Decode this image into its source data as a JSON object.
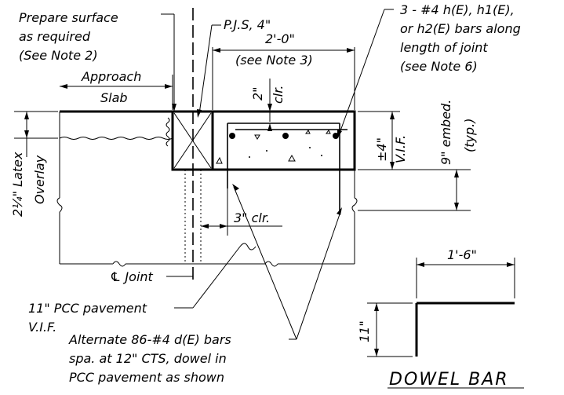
{
  "labels": {
    "prepare_surface": [
      "Prepare surface",
      "as required",
      "(See Note 2)"
    ],
    "pjs": "P.J.S, 4\"",
    "rebar_note": [
      "3 - #4 h(E), h1(E),",
      "or h2(E) bars along",
      "length of joint",
      "(see Note 6)"
    ],
    "dim_2ft": "2'-0\"",
    "see_note3": "(see Note 3)",
    "approach": "Approach",
    "slab": "Slab",
    "clr_2": "2\"",
    "clr_2_word": "clr.",
    "latex_overlay": [
      "2¼\" Latex",
      "Overlay"
    ],
    "plus_minus_4": "±4\"",
    "vif_side": "V.I.F.",
    "embed": [
      "9\" embed.",
      "(typ.)"
    ],
    "clr_3": "3\" clr.",
    "cl_joint": "℄ Joint",
    "pcc_pavement": [
      "11\" PCC pavement",
      "V.I.F."
    ],
    "alternate_bars": [
      "Alternate 86-#4 d(E) bars",
      "spa. at 12\" CTS, dowel in",
      "PCC pavement as shown"
    ],
    "dowel_dim_h": "1'-6\"",
    "dowel_dim_v": "11\"",
    "dowel_title": "DOWEL BAR"
  },
  "colors": {
    "ink": "#000000",
    "background": "#ffffff"
  }
}
